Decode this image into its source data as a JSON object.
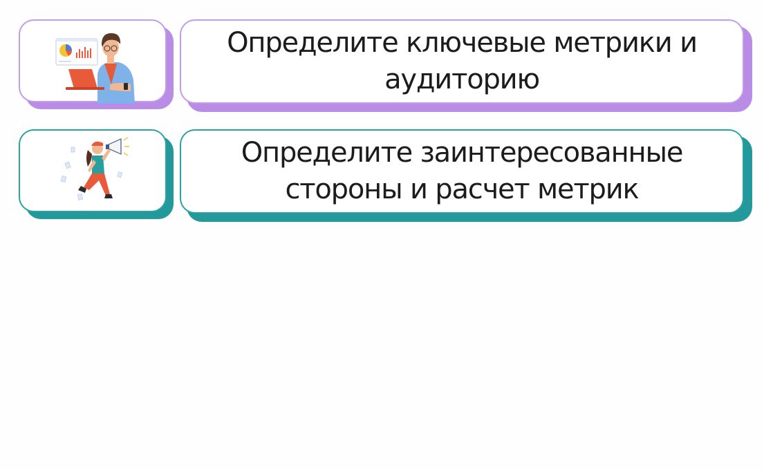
{
  "steps": [
    {
      "text": "Определите ключевые метрики и аудиторию",
      "illustration": "analyst-with-laptop-and-charts",
      "accent": "#b98ce6"
    },
    {
      "text": "Определите заинтересованные стороны и расчет метрик",
      "illustration": "woman-running-with-megaphone",
      "accent": "#23999b"
    }
  ]
}
